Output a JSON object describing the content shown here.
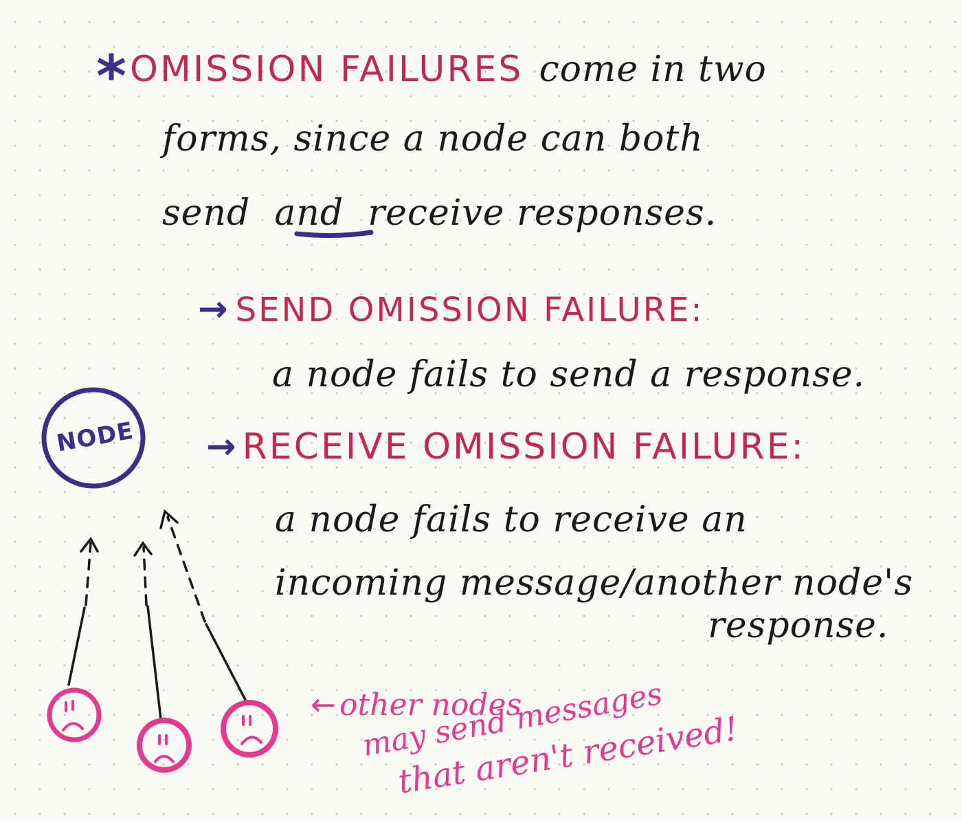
{
  "intro": {
    "asterisk": "*",
    "term": "OMISSION FAILURES",
    "line1_rest": "come in two",
    "line2": "forms, since a node can both",
    "line3_before": "send",
    "line3_underlined": "and",
    "line3_after": "receive responses."
  },
  "send_failure": {
    "arrow": "→",
    "title": "SEND OMISSION FAILURE:",
    "description": "a node fails to send a response."
  },
  "receive_failure": {
    "arrow": "→",
    "title": "RECEIVE OMISSION FAILURE:",
    "desc_line1": "a node fails to receive an",
    "desc_line2": "incoming message/another node's",
    "desc_line3": "response."
  },
  "diagram": {
    "node_label": "NODE",
    "other_nodes_arrow": "←",
    "annotation_line1": "other nodes",
    "annotation_line2": "may send messages",
    "annotation_line3": "that aren't received!"
  },
  "colors": {
    "ink_black": "#1a1a1a",
    "ink_red": "#c02a4e",
    "ink_navy": "#3b2f86",
    "ink_pink": "#e23a8d",
    "paper": "#fbfaf6"
  }
}
